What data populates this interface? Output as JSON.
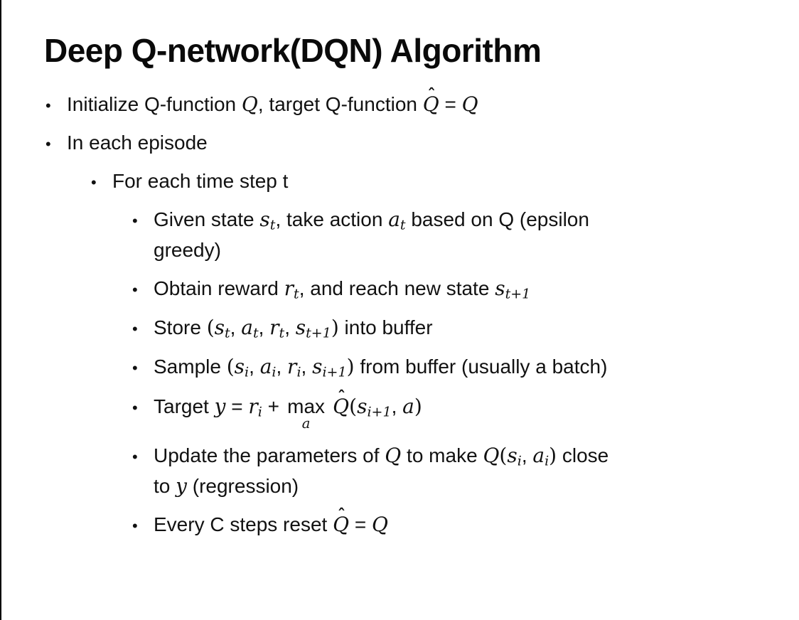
{
  "slide": {
    "title": "Deep Q-network(DQN) Algorithm",
    "bullet_char": "•",
    "bullets": [
      {
        "level": 1,
        "segments": [
          {
            "s": "p",
            "t": "Initialize Q-function "
          },
          {
            "s": "m",
            "t": "Q"
          },
          {
            "s": "p",
            "t": ", target Q-function "
          },
          {
            "s": "hat",
            "t": "Q"
          },
          {
            "s": "p",
            "t": " = "
          },
          {
            "s": "m",
            "t": "Q"
          }
        ]
      },
      {
        "level": 1,
        "segments": [
          {
            "s": "p",
            "t": "In each episode"
          }
        ]
      },
      {
        "level": 2,
        "segments": [
          {
            "s": "p",
            "t": "For each time step t"
          }
        ]
      },
      {
        "level": 3,
        "segments": [
          {
            "s": "p",
            "t": "Given state "
          },
          {
            "s": "m",
            "t": "s"
          },
          {
            "s": "sub",
            "t": "t"
          },
          {
            "s": "p",
            "t": ", take action "
          },
          {
            "s": "m",
            "t": "a"
          },
          {
            "s": "sub",
            "t": "t"
          },
          {
            "s": "p",
            "t": " based on Q (epsilon"
          },
          {
            "s": "br"
          },
          {
            "s": "p",
            "t": "greedy)"
          }
        ]
      },
      {
        "level": 3,
        "segments": [
          {
            "s": "p",
            "t": "Obtain reward "
          },
          {
            "s": "m",
            "t": "r"
          },
          {
            "s": "sub",
            "t": "t"
          },
          {
            "s": "p",
            "t": ", and reach new state "
          },
          {
            "s": "m",
            "t": "s"
          },
          {
            "s": "sub",
            "t": "t+1"
          }
        ]
      },
      {
        "level": 3,
        "segments": [
          {
            "s": "p",
            "t": "Store "
          },
          {
            "s": "d",
            "t": "("
          },
          {
            "s": "m",
            "t": "s"
          },
          {
            "s": "sub",
            "t": "t"
          },
          {
            "s": "p",
            "t": ", "
          },
          {
            "s": "m",
            "t": "a"
          },
          {
            "s": "sub",
            "t": "t"
          },
          {
            "s": "p",
            "t": ", "
          },
          {
            "s": "m",
            "t": "r"
          },
          {
            "s": "sub",
            "t": "t"
          },
          {
            "s": "p",
            "t": ", "
          },
          {
            "s": "m",
            "t": "s"
          },
          {
            "s": "sub",
            "t": "t+1"
          },
          {
            "s": "d",
            "t": ")"
          },
          {
            "s": "p",
            "t": " into buffer"
          }
        ]
      },
      {
        "level": 3,
        "segments": [
          {
            "s": "p",
            "t": "Sample "
          },
          {
            "s": "d",
            "t": "("
          },
          {
            "s": "m",
            "t": "s"
          },
          {
            "s": "sub",
            "t": "i"
          },
          {
            "s": "p",
            "t": ", "
          },
          {
            "s": "m",
            "t": "a"
          },
          {
            "s": "sub",
            "t": "i"
          },
          {
            "s": "p",
            "t": ", "
          },
          {
            "s": "m",
            "t": "r"
          },
          {
            "s": "sub",
            "t": "i"
          },
          {
            "s": "p",
            "t": ", "
          },
          {
            "s": "m",
            "t": "s"
          },
          {
            "s": "sub",
            "t": "i+1"
          },
          {
            "s": "d",
            "t": ")"
          },
          {
            "s": "p",
            "t": " from buffer (usually a batch)"
          }
        ]
      },
      {
        "level": 3,
        "segments": [
          {
            "s": "p",
            "t": "Target "
          },
          {
            "s": "m",
            "t": "y"
          },
          {
            "s": "p",
            "t": " = "
          },
          {
            "s": "m",
            "t": "r"
          },
          {
            "s": "sub",
            "t": "i"
          },
          {
            "s": "p",
            "t": " + "
          },
          {
            "s": "max",
            "t": "max",
            "u": "a"
          },
          {
            "s": "p",
            "t": " "
          },
          {
            "s": "hat",
            "t": "Q"
          },
          {
            "s": "d",
            "t": "("
          },
          {
            "s": "m",
            "t": "s"
          },
          {
            "s": "sub",
            "t": "i+1"
          },
          {
            "s": "p",
            "t": ", "
          },
          {
            "s": "m",
            "t": "a"
          },
          {
            "s": "d",
            "t": ")"
          }
        ]
      },
      {
        "level": 3,
        "segments": [
          {
            "s": "p",
            "t": "Update the parameters of "
          },
          {
            "s": "m",
            "t": "Q"
          },
          {
            "s": "p",
            "t": " to make "
          },
          {
            "s": "m",
            "t": "Q"
          },
          {
            "s": "d",
            "t": "("
          },
          {
            "s": "m",
            "t": "s"
          },
          {
            "s": "sub",
            "t": "i"
          },
          {
            "s": "p",
            "t": ", "
          },
          {
            "s": "m",
            "t": "a"
          },
          {
            "s": "sub",
            "t": "i"
          },
          {
            "s": "d",
            "t": ")"
          },
          {
            "s": "p",
            "t": " close"
          },
          {
            "s": "br"
          },
          {
            "s": "p",
            "t": "to "
          },
          {
            "s": "m",
            "t": "y"
          },
          {
            "s": "p",
            "t": " (regression)"
          }
        ]
      },
      {
        "level": 3,
        "segments": [
          {
            "s": "p",
            "t": "Every C steps reset "
          },
          {
            "s": "hat",
            "t": "Q"
          },
          {
            "s": "p",
            "t": " = "
          },
          {
            "s": "m",
            "t": "Q"
          }
        ]
      }
    ]
  }
}
